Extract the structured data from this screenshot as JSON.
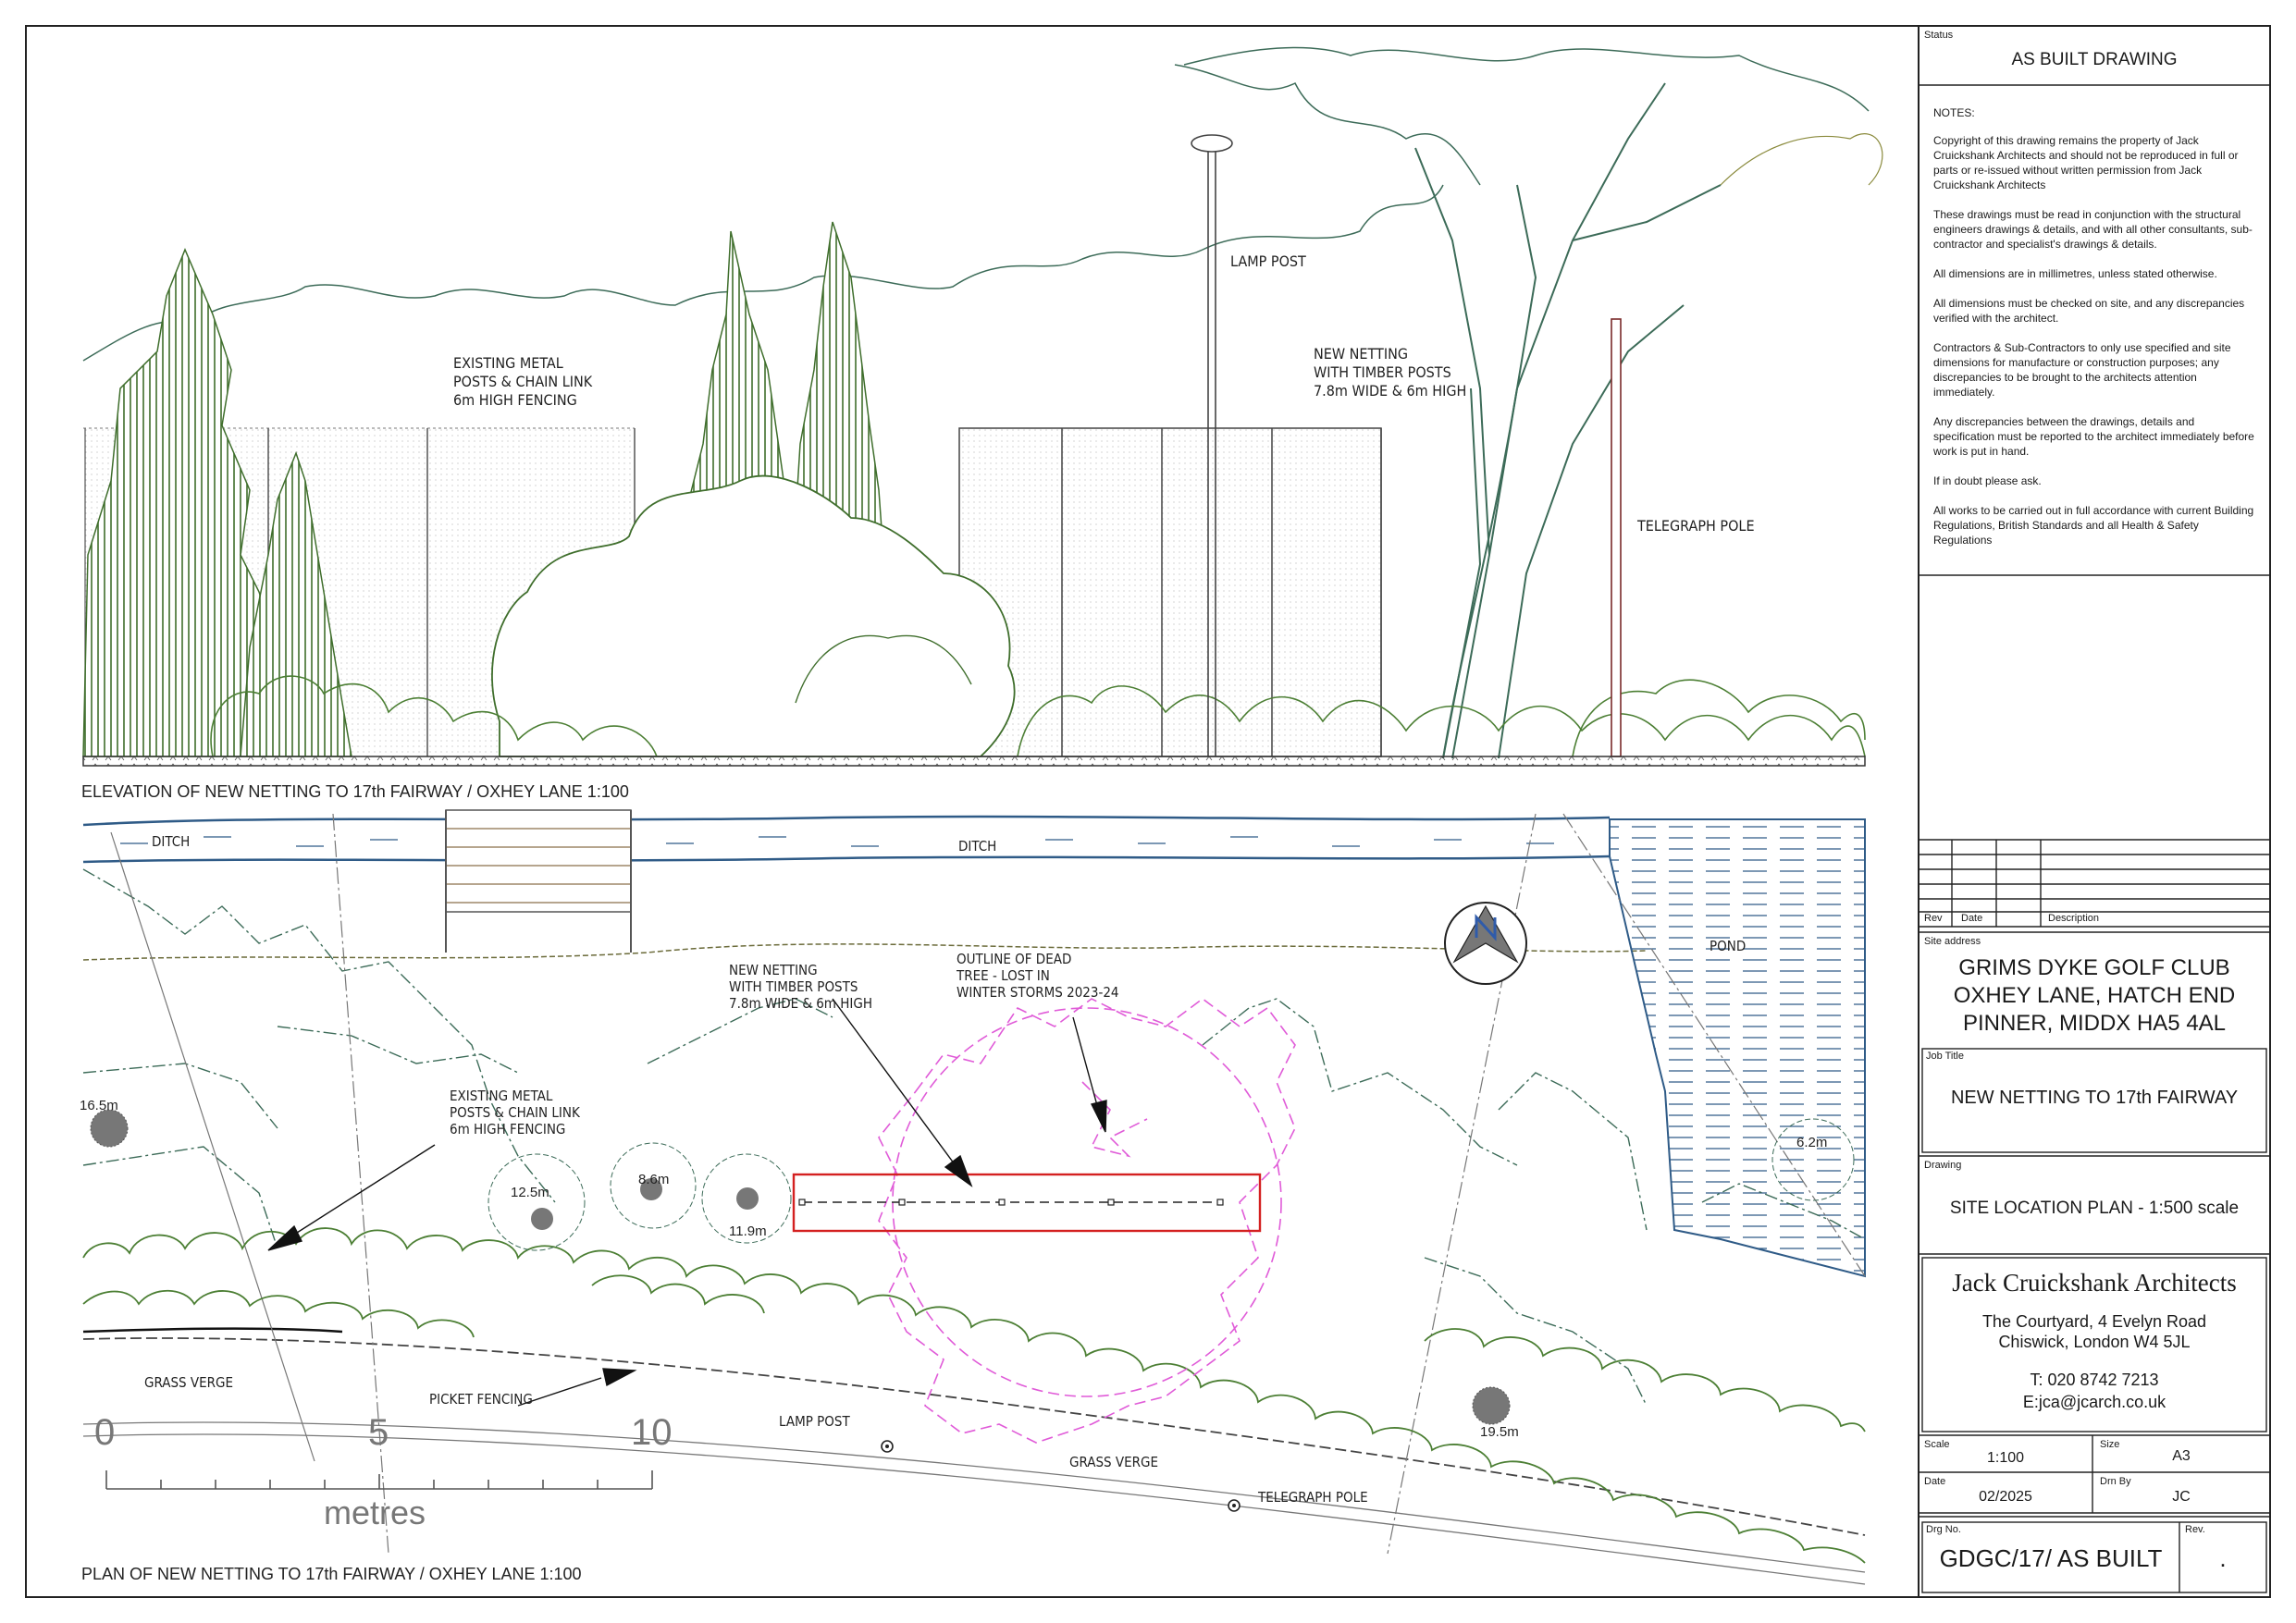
{
  "title_block": {
    "status_label": "Status",
    "status": "AS BUILT DRAWING",
    "notes_heading": "NOTES:",
    "notes": [
      "Copyright of this drawing remains the property of Jack Cruickshank Architects and should not be reproduced in full or parts or re-issued without written permission from Jack Cruickshank Architects",
      "These drawings must be read in conjunction with the structural engineers drawings & details, and with all other consultants, sub-contractor and specialist's drawings & details.",
      "All dimensions are in millimetres, unless stated otherwise.",
      "All dimensions must be checked on site, and any discrepancies verified with the architect.",
      "Contractors & Sub-Contractors to only use specified and site dimensions for manufacture or construction purposes; any discrepancies to be brought to the architects attention immediately.",
      "Any discrepancies between the drawings, details and specification must be reported to the architect immediately before work is put in hand.",
      "If in doubt please ask.",
      "All works to be carried out in full accordance with current Building Regulations, British Standards and all Health & Safety Regulations"
    ],
    "rev_header": {
      "rev": "Rev",
      "date": "Date",
      "description": "Description"
    },
    "site_address_label": "Site address",
    "site_address": [
      "GRIMS DYKE GOLF CLUB",
      "OXHEY LANE, HATCH END",
      "PINNER, MIDDX HA5 4AL"
    ],
    "job_title_label": "Job Title",
    "job_title": "NEW NETTING TO 17th FAIRWAY",
    "drawing_label": "Drawing",
    "drawing": "SITE LOCATION PLAN - 1:500 scale",
    "firm_name": "Jack Cruickshank Architects",
    "firm_address": [
      "The Courtyard, 4 Evelyn Road",
      "Chiswick, London W4 5JL"
    ],
    "firm_phone": "T: 020 8742 7213",
    "firm_email": "E:jca@jcarch.co.uk",
    "scale_label": "Scale",
    "scale": "1:100",
    "size_label": "Size",
    "size": "A3",
    "date_label": "Date",
    "date": "02/2025",
    "drn_by_label": "Drn By",
    "drn_by": "JC",
    "drg_no_label": "Drg No.",
    "drg_no": "GDGC/17/ AS BUILT",
    "rev_label": "Rev.",
    "rev": "."
  },
  "elevation": {
    "caption": "ELEVATION OF NEW NETTING TO 17th FAIRWAY / OXHEY LANE 1:100",
    "label_existing": [
      "EXISTING METAL",
      "POSTS & CHAIN LINK",
      "6m HIGH FENCING"
    ],
    "label_new": [
      "NEW NETTING",
      "WITH TIMBER POSTS",
      "7.8m WIDE & 6m HIGH"
    ],
    "label_lamp": "LAMP POST",
    "label_telegraph": "TELEGRAPH POLE"
  },
  "plan": {
    "caption": "PLAN OF NEW NETTING TO 17th FAIRWAY / OXHEY LANE 1:100",
    "ditch_1": "DITCH",
    "ditch_2": "DITCH",
    "pond": "POND",
    "label_new": [
      "NEW NETTING",
      "WITH TIMBER POSTS",
      "7.8m WIDE & 6m HIGH"
    ],
    "label_dead_tree": [
      "OUTLINE OF DEAD",
      "TREE - LOST IN",
      "WINTER STORMS 2023-24"
    ],
    "label_existing": [
      "EXISTING METAL",
      "POSTS & CHAIN LINK",
      "6m HIGH FENCING"
    ],
    "tree_heights": [
      "16.5m",
      "12.5m",
      "8.6m",
      "11.9m",
      "6.2m",
      "19.5m"
    ],
    "grass_verge_1": "GRASS VERGE",
    "grass_verge_2": "GRASS VERGE",
    "picket_fencing": "PICKET FENCING",
    "lamp_post": "LAMP POST",
    "telegraph_pole": "TELEGRAPH POLE",
    "scale_ticks": [
      "0",
      "5",
      "10"
    ],
    "scale_unit": "metres"
  },
  "colors": {
    "tree": "#3f6e2c",
    "fence": "#555555",
    "water": "#2f5b87",
    "dead_tree": "#e05bd8",
    "netting": "#d42020",
    "canopy": "#3c6b58"
  }
}
